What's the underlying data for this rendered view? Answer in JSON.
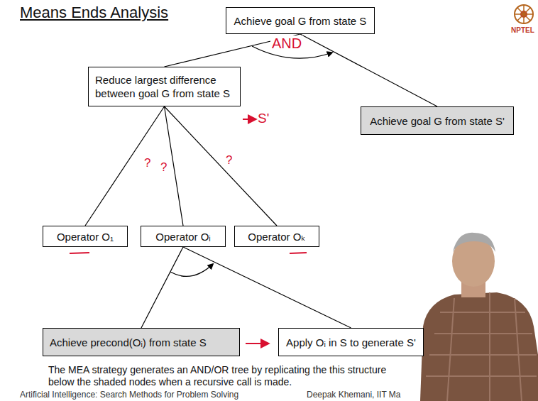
{
  "diagram": {
    "title": "Means Ends Analysis",
    "caption": "The MEA strategy generates an AND/OR tree by replicating the this structure below the shaded nodes when a recursive call is made.",
    "nodes": [
      {
        "text": [
          "Achieve goal G from state S"
        ]
      },
      {
        "text": [
          "Reduce largest difference between goal G from state S"
        ]
      },
      {
        "text": [
          "Achieve goal G from state S'"
        ]
      },
      {
        "text": [
          "Operator O₁"
        ]
      },
      {
        "text": [
          "Operator Oᵢ"
        ]
      },
      {
        "text": [
          "Operator Oₖ"
        ]
      },
      {
        "text": [
          "Achieve precond(Oᵢ) from state S"
        ]
      },
      {
        "text": [
          "Apply Oᵢ in S to generate S'"
        ]
      }
    ],
    "edges": [
      {
        "from": 0,
        "to": 1,
        "arrow": "none"
      },
      {
        "from": 0,
        "to": 2,
        "arrow": "none"
      },
      {
        "from": 1,
        "to": 3,
        "arrow": "none"
      },
      {
        "from": 1,
        "to": 4,
        "arrow": "none"
      },
      {
        "from": 1,
        "to": 5,
        "arrow": "none"
      },
      {
        "from": 4,
        "to": 6,
        "arrow": "none"
      },
      {
        "from": 4,
        "to": 7,
        "arrow": "none"
      }
    ],
    "labels": [
      "AND",
      "?",
      "?",
      "?",
      "S'",
      "NPTEL",
      "Artificial Intelligence: Search Methods for Problem Solving",
      "Deepak Khemani, IIT Ma"
    ]
  }
}
